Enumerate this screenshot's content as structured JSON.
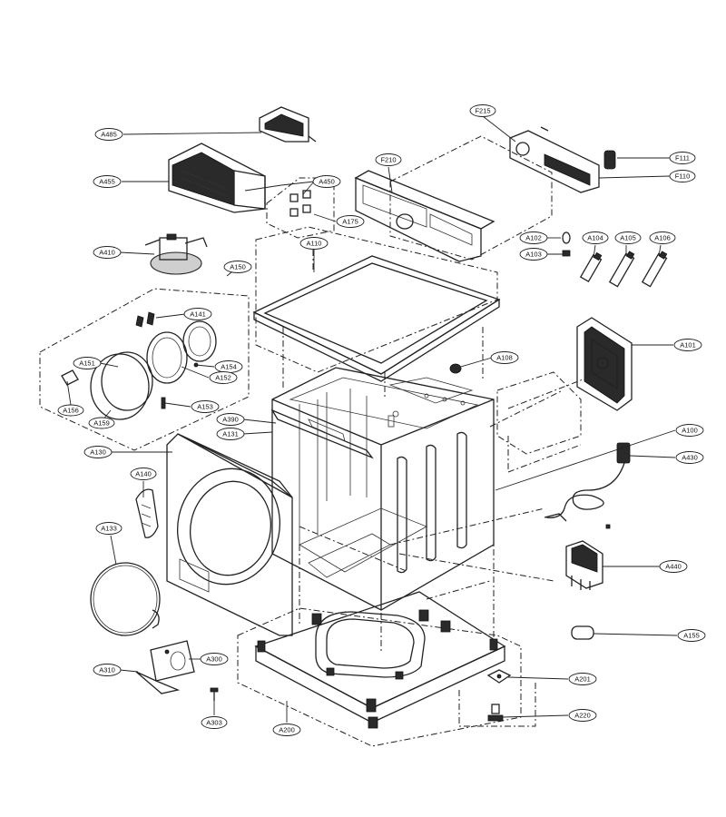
{
  "callouts": [
    {
      "id": "A485",
      "label": "A485"
    },
    {
      "id": "A455",
      "label": "A455"
    },
    {
      "id": "A450",
      "label": "A450"
    },
    {
      "id": "A175",
      "label": "A175"
    },
    {
      "id": "A410",
      "label": "A410"
    },
    {
      "id": "A150",
      "label": "A150"
    },
    {
      "id": "A141",
      "label": "A141"
    },
    {
      "id": "A151",
      "label": "A151"
    },
    {
      "id": "A154",
      "label": "A154"
    },
    {
      "id": "A152",
      "label": "A152"
    },
    {
      "id": "A156",
      "label": "A156"
    },
    {
      "id": "A153",
      "label": "A153"
    },
    {
      "id": "A159",
      "label": "A159"
    },
    {
      "id": "A110",
      "label": "A110"
    },
    {
      "id": "F215",
      "label": "F215"
    },
    {
      "id": "F210",
      "label": "F210"
    },
    {
      "id": "F111",
      "label": "F111"
    },
    {
      "id": "F110",
      "label": "F110"
    },
    {
      "id": "A102",
      "label": "A102"
    },
    {
      "id": "A103",
      "label": "A103"
    },
    {
      "id": "A104",
      "label": "A104"
    },
    {
      "id": "A105",
      "label": "A105"
    },
    {
      "id": "A106",
      "label": "A106"
    },
    {
      "id": "A108",
      "label": "A108"
    },
    {
      "id": "A101",
      "label": "A101"
    },
    {
      "id": "A390",
      "label": "A390"
    },
    {
      "id": "A131",
      "label": "A131"
    },
    {
      "id": "A100",
      "label": "A100"
    },
    {
      "id": "A130",
      "label": "A130"
    },
    {
      "id": "A430",
      "label": "A430"
    },
    {
      "id": "A140",
      "label": "A140"
    },
    {
      "id": "A133",
      "label": "A133"
    },
    {
      "id": "A440",
      "label": "A440"
    },
    {
      "id": "A155",
      "label": "A155"
    },
    {
      "id": "A300",
      "label": "A300"
    },
    {
      "id": "A310",
      "label": "A310"
    },
    {
      "id": "A201",
      "label": "A201"
    },
    {
      "id": "A303",
      "label": "A303"
    },
    {
      "id": "A200",
      "label": "A200"
    },
    {
      "id": "A220",
      "label": "A220"
    }
  ]
}
